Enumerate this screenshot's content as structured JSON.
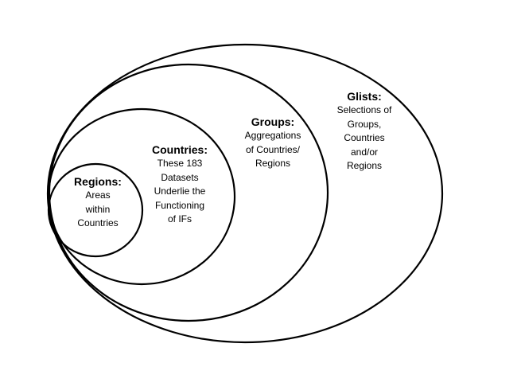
{
  "diagram": {
    "nodes": [
      {
        "id": "glists",
        "title": "Glists:",
        "description": "Selections of\nGroups,\nCountries\nand/or\nRegions"
      },
      {
        "id": "groups",
        "title": "Groups:",
        "description": "Aggregations\nof Countries/\nRegions"
      },
      {
        "id": "countries",
        "title": "Countries:",
        "description": "These 183\nDatasets\nUnderlie the\nFunctioning\nof IFs"
      },
      {
        "id": "regions",
        "title": "Regions:",
        "description": "Areas\nwithin\nCountries"
      }
    ],
    "line_color": "#000000",
    "fill_color": "#ffffff"
  }
}
